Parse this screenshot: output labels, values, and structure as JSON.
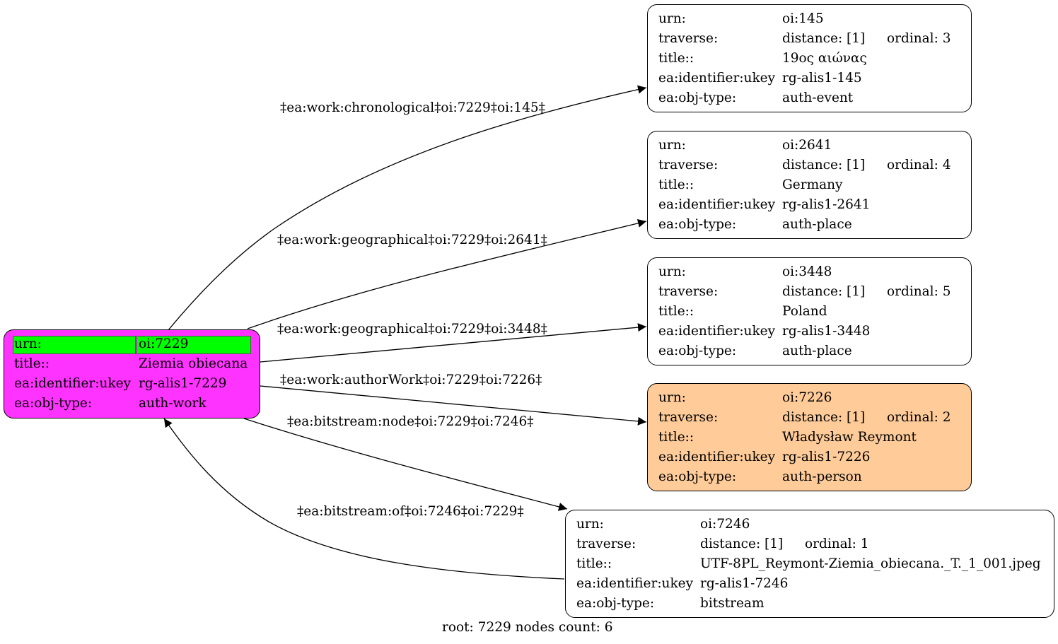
{
  "graph": {
    "root": {
      "urn_key": "urn:",
      "urn": "oi:7229",
      "title_key": "title::",
      "title": "Ziemia obiecana",
      "ukey_key": "ea:identifier:ukey",
      "ukey": "rg-alis1-7229",
      "type_key": "ea:obj-type:",
      "type": "auth-work",
      "fill": "#ff33ff",
      "highlight": "#00ff00"
    },
    "nodes": [
      {
        "id": "n145",
        "urn_key": "urn:",
        "urn": "oi:145",
        "traverse_key": "traverse:",
        "distance": "distance: [1]",
        "ordinal": "ordinal: 3",
        "title_key": "title::",
        "title": "19ος αιώνας",
        "ukey_key": "ea:identifier:ukey",
        "ukey": "rg-alis1-145",
        "type_key": "ea:obj-type:",
        "type": "auth-event",
        "fill": "#ffffff"
      },
      {
        "id": "n2641",
        "urn_key": "urn:",
        "urn": "oi:2641",
        "traverse_key": "traverse:",
        "distance": "distance: [1]",
        "ordinal": "ordinal: 4",
        "title_key": "title::",
        "title": "Germany",
        "ukey_key": "ea:identifier:ukey",
        "ukey": "rg-alis1-2641",
        "type_key": "ea:obj-type:",
        "type": "auth-place",
        "fill": "#ffffff"
      },
      {
        "id": "n3448",
        "urn_key": "urn:",
        "urn": "oi:3448",
        "traverse_key": "traverse:",
        "distance": "distance: [1]",
        "ordinal": "ordinal: 5",
        "title_key": "title::",
        "title": "Poland",
        "ukey_key": "ea:identifier:ukey",
        "ukey": "rg-alis1-3448",
        "type_key": "ea:obj-type:",
        "type": "auth-place",
        "fill": "#ffffff"
      },
      {
        "id": "n7226",
        "urn_key": "urn:",
        "urn": "oi:7226",
        "traverse_key": "traverse:",
        "distance": "distance: [1]",
        "ordinal": "ordinal: 2",
        "title_key": "title::",
        "title": "Władysław Reymont",
        "ukey_key": "ea:identifier:ukey",
        "ukey": "rg-alis1-7226",
        "type_key": "ea:obj-type:",
        "type": "auth-person",
        "fill": "#ffcc99"
      },
      {
        "id": "n7246",
        "urn_key": "urn:",
        "urn": "oi:7246",
        "traverse_key": "traverse:",
        "distance": "distance: [1]",
        "ordinal": "ordinal: 1",
        "title_key": "title::",
        "title": "UTF-8PL_Reymont-Ziemia_obiecana._T._1_001.jpeg",
        "ukey_key": "ea:identifier:ukey",
        "ukey": "rg-alis1-7246",
        "type_key": "ea:obj-type:",
        "type": "bitstream",
        "fill": "#ffffff"
      }
    ],
    "edges": [
      {
        "from": "root",
        "to": "n145",
        "label": "‡ea:work:chronological‡oi:7229‡oi:145‡"
      },
      {
        "from": "root",
        "to": "n2641",
        "label": "‡ea:work:geographical‡oi:7229‡oi:2641‡"
      },
      {
        "from": "root",
        "to": "n3448",
        "label": "‡ea:work:geographical‡oi:7229‡oi:3448‡"
      },
      {
        "from": "root",
        "to": "n7226",
        "label": "‡ea:work:authorWork‡oi:7229‡oi:7226‡"
      },
      {
        "from": "root",
        "to": "n7246",
        "label": "‡ea:bitstream:node‡oi:7229‡oi:7246‡"
      },
      {
        "from": "n7246",
        "to": "root",
        "label": "‡ea:bitstream:of‡oi:7246‡oi:7229‡"
      }
    ],
    "footer": "root: 7229 nodes count: 6"
  }
}
